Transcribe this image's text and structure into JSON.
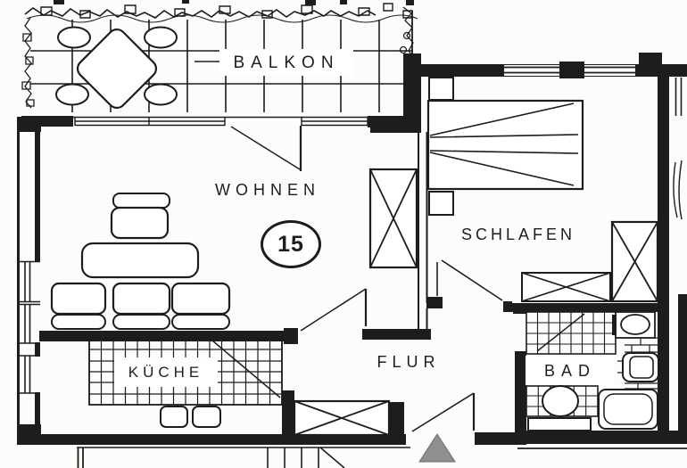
{
  "document": {
    "kind": "scanned apartment floor plan"
  },
  "labels": {
    "balkon": "BALKON",
    "wohnen": "WOHNEN",
    "schlafen": "SCHLAFEN",
    "kueche": "KÜCHE",
    "flur": "FLUR",
    "bad": "BAD",
    "unit_number": "15"
  },
  "colors": {
    "ink": "#1d1d1b",
    "paper": "#fcfcfa",
    "entrance_marker": "#8f8f8f"
  },
  "symbols": [
    "railing-plants",
    "balcony-tile-grid",
    "balcony-dining-table",
    "balcony-chairs",
    "window",
    "door-swing",
    "sofa",
    "armchair",
    "coffee-table",
    "living-room-wardrobe",
    "double-bed",
    "nightstand",
    "bedroom-dresser",
    "bedroom-wardrobe",
    "kitchen-counter-grid",
    "kitchen-stools",
    "hallway-closet",
    "bathroom-tiles",
    "washing-machine",
    "washbasin",
    "toilet",
    "bathtub",
    "bath-mat",
    "entrance-arrow",
    "staircase"
  ]
}
